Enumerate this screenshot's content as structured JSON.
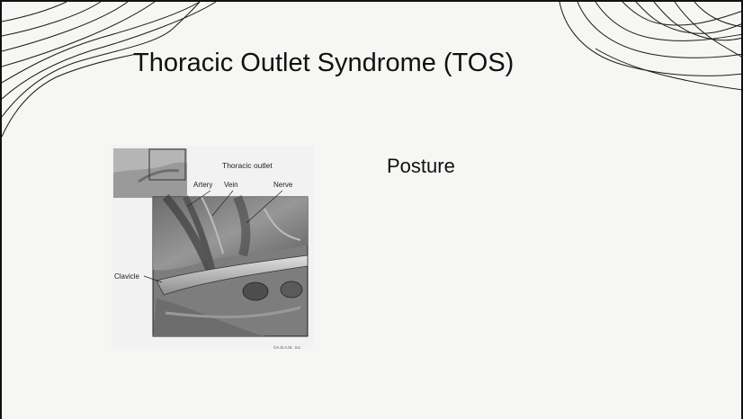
{
  "slide": {
    "title": "Thoracic Outlet Syndrome (TOS)",
    "bullets": [
      "Posture"
    ]
  },
  "figure": {
    "title": "Thoracic outlet",
    "labels": {
      "artery": "Artery",
      "vein": "Vein",
      "nerve": "Nerve",
      "clavicle": "Clavicle"
    },
    "credit": "©A.D.A.M., Inc."
  },
  "colors": {
    "background": "#f6f6f4",
    "text": "#111111",
    "contour_lines": "#1a1a1a"
  },
  "icons": {
    "decoration": "topographic-contour-lines"
  }
}
